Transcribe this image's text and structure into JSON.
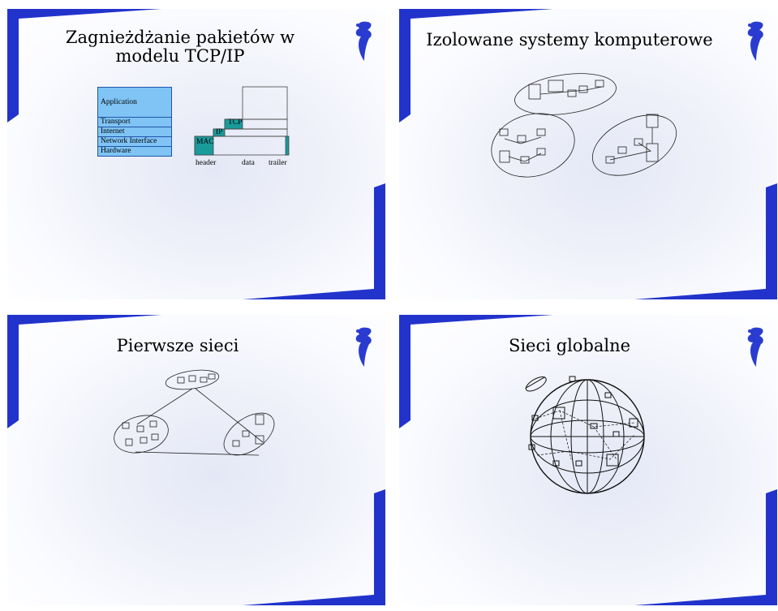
{
  "slides": [
    {
      "title": "Zagnieżdżanie pakietów w modelu TCP/IP",
      "stack_layers": [
        "Application",
        "Transport",
        "Internet",
        "Network Interface",
        "Hardware"
      ],
      "packet": {
        "layers": [
          "TCP",
          "IP",
          "MAC"
        ],
        "labels": [
          "header",
          "data",
          "trailer"
        ]
      }
    },
    {
      "title": "Izolowane systemy komputerowe"
    },
    {
      "title": "Pierwsze sieci"
    },
    {
      "title": "Sieci globalne"
    }
  ],
  "colors": {
    "frame_blue": "#2233cc",
    "stack_fill": "#7fc4f5",
    "packet_teal": "#1a9a9a",
    "logo": "#2a3cd0"
  },
  "icons": [
    "computer-icon",
    "server-icon",
    "printer-icon",
    "satellite-icon",
    "globe-icon",
    "logo-icon"
  ]
}
